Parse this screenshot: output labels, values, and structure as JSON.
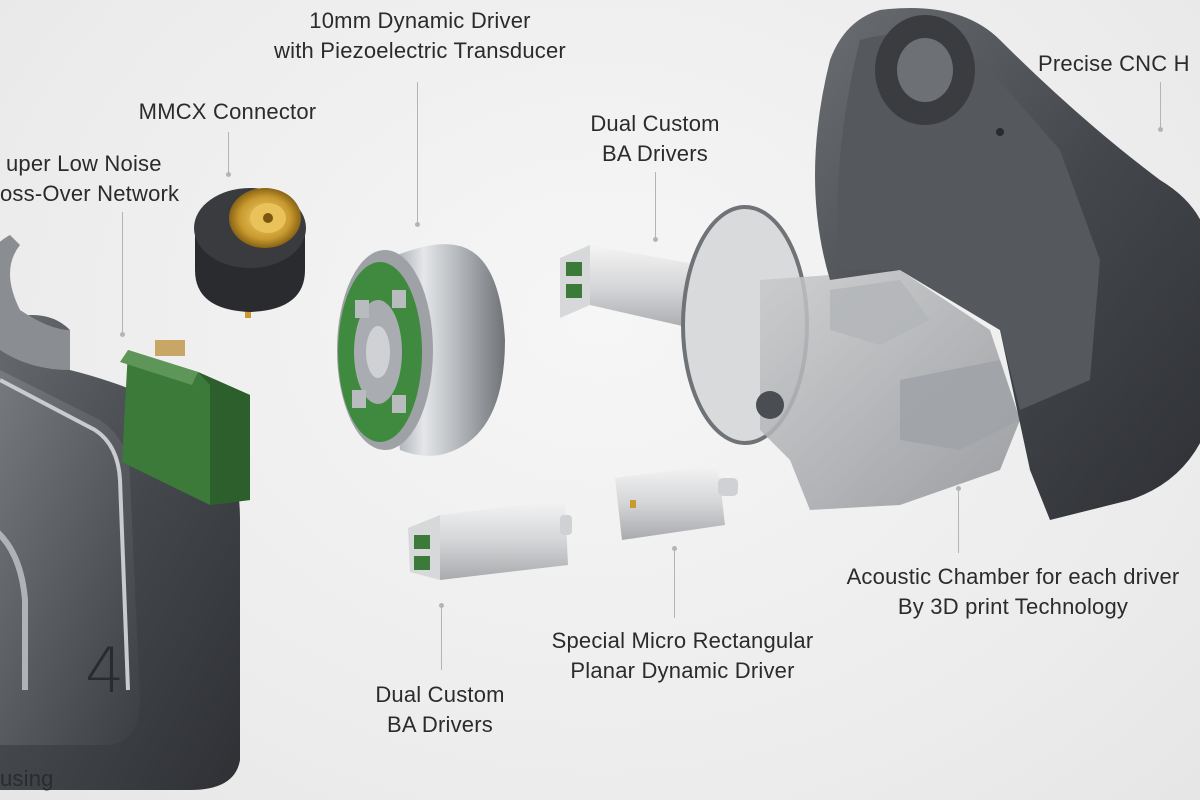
{
  "labels": {
    "dynamic_driver": {
      "line1": "10mm Dynamic Driver",
      "line2": "with Piezoelectric Transducer"
    },
    "mmcx": {
      "line1": "MMCX Connector"
    },
    "crossover": {
      "line1": "uper Low Noise",
      "line2": "oss-Over Network"
    },
    "ba_top": {
      "line1": "Dual Custom",
      "line2": "BA Drivers"
    },
    "cnc": {
      "line1": "Precise CNC H"
    },
    "acoustic": {
      "line1": "Acoustic Chamber for each driver",
      "line2": "By 3D print Technology"
    },
    "planar": {
      "line1": "Special Micro Rectangular",
      "line2": "Planar Dynamic Driver"
    },
    "ba_bottom": {
      "line1": "Dual Custom",
      "line2": "BA Drivers"
    },
    "housing": {
      "line1": "using"
    }
  },
  "faceplate_logo": "4",
  "colors": {
    "background": "#efefef",
    "text": "#2b2b2b",
    "leader": "#b4b4b4",
    "pcb_green": "#3c7a3a",
    "shell": "#4a4d52"
  }
}
